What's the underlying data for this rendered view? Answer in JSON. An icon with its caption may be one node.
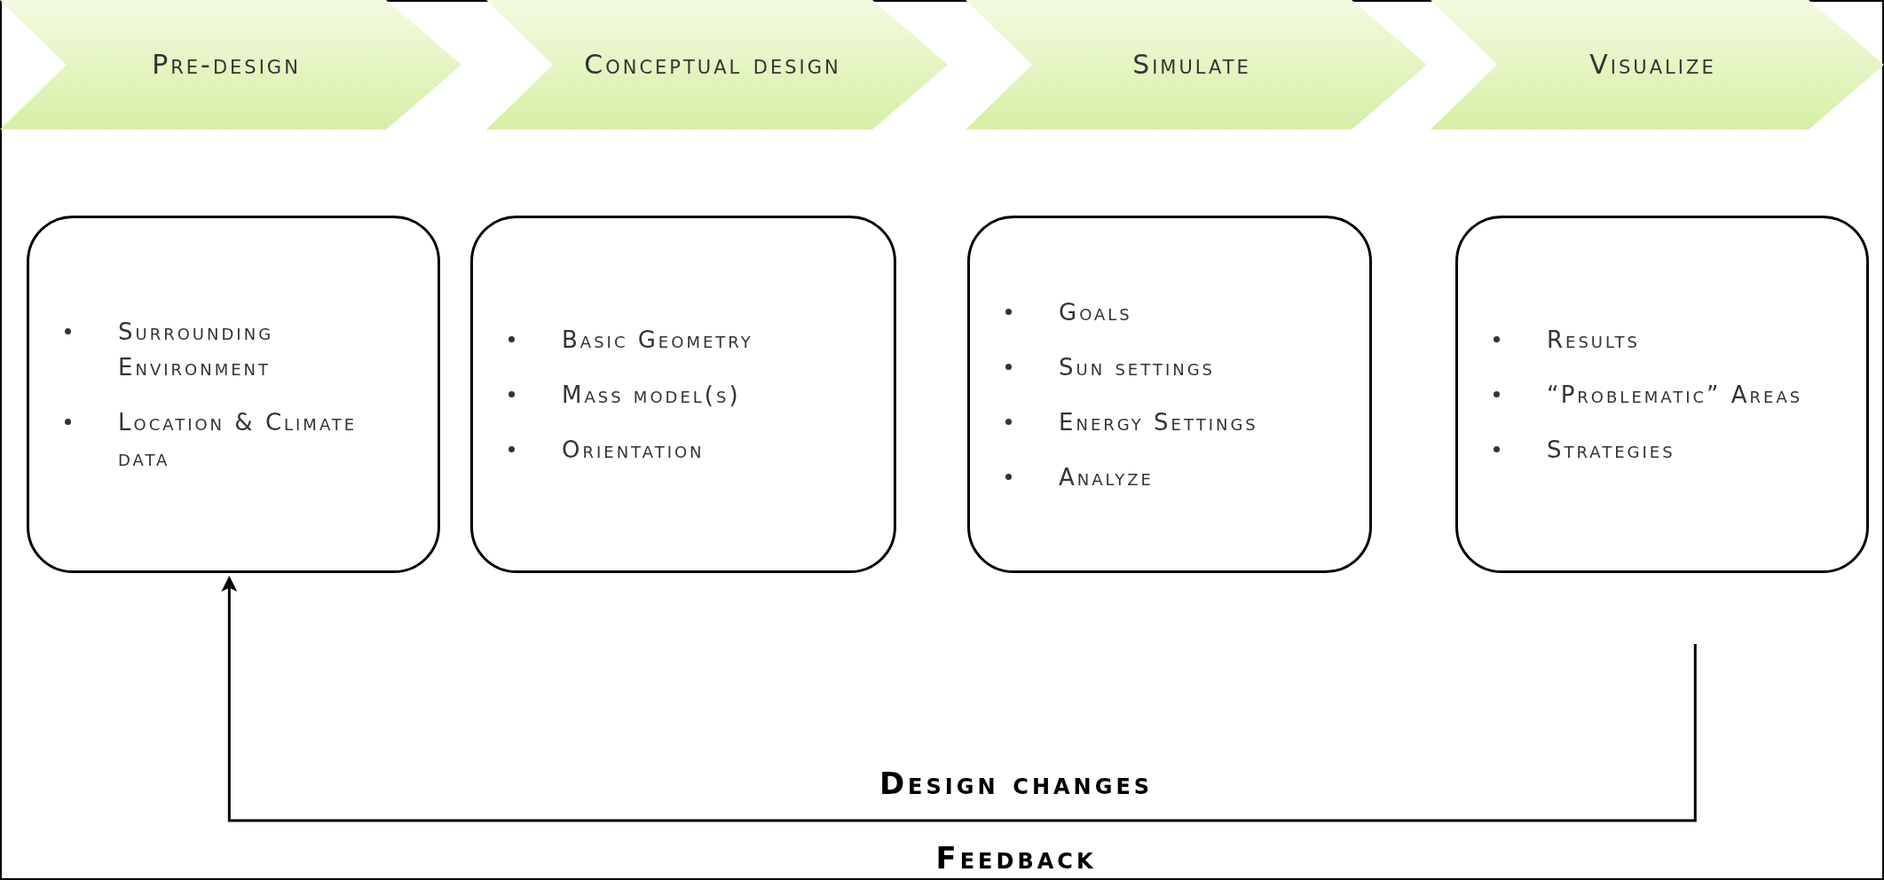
{
  "diagram": {
    "nodes": [
      {
        "text": [
          "Pre-design"
        ]
      },
      {
        "text": [
          "Conceptual design"
        ]
      },
      {
        "text": [
          "Simulate"
        ]
      },
      {
        "text": [
          "Visualize"
        ]
      },
      {
        "text": [
          "Surrounding Environment",
          "Location & Climate data"
        ]
      },
      {
        "text": [
          "Basic Geometry",
          "Mass model(s)",
          "Orientation"
        ]
      },
      {
        "text": [
          "Goals",
          "Sun settings",
          "Energy Settings",
          "Analyze"
        ]
      },
      {
        "text": [
          "Results",
          "“Problematic” Areas",
          "Strategies"
        ]
      }
    ],
    "edges": [
      {
        "from": 7,
        "to": 4,
        "arrow": "to",
        "label": "Design changes"
      }
    ],
    "labels": [
      "Feedback"
    ]
  }
}
